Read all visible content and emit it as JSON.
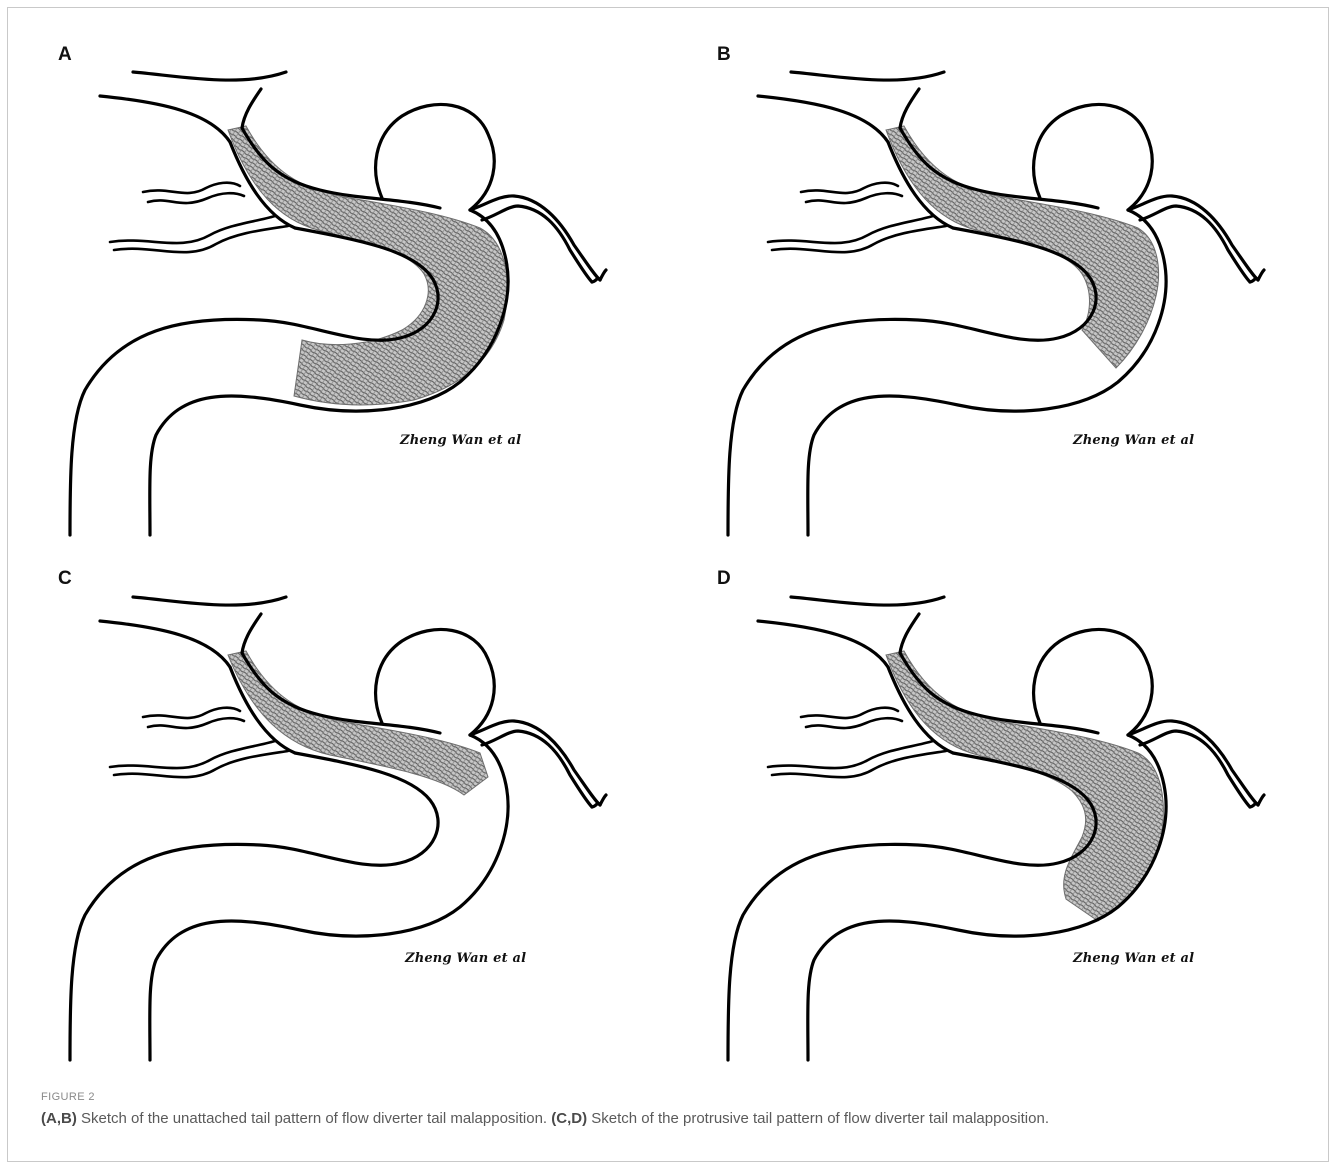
{
  "panels": [
    {
      "label": "A",
      "signature": "Zheng Wan et al",
      "mesh": "unattached-long"
    },
    {
      "label": "B",
      "signature": "Zheng Wan et al",
      "mesh": "unattached-short"
    },
    {
      "label": "C",
      "signature": "Zheng Wan et al",
      "mesh": "protrusive-short"
    },
    {
      "label": "D",
      "signature": "Zheng Wan et al",
      "mesh": "protrusive-long"
    }
  ],
  "caption": {
    "figure_label": "FIGURE 2",
    "part1_ref": "(A,B)",
    "part1_text": " Sketch of the unattached tail pattern of flow diverter tail malapposition. ",
    "part2_ref": "(C,D)",
    "part2_text": " Sketch of the protrusive tail pattern of flow diverter tail malapposition."
  }
}
